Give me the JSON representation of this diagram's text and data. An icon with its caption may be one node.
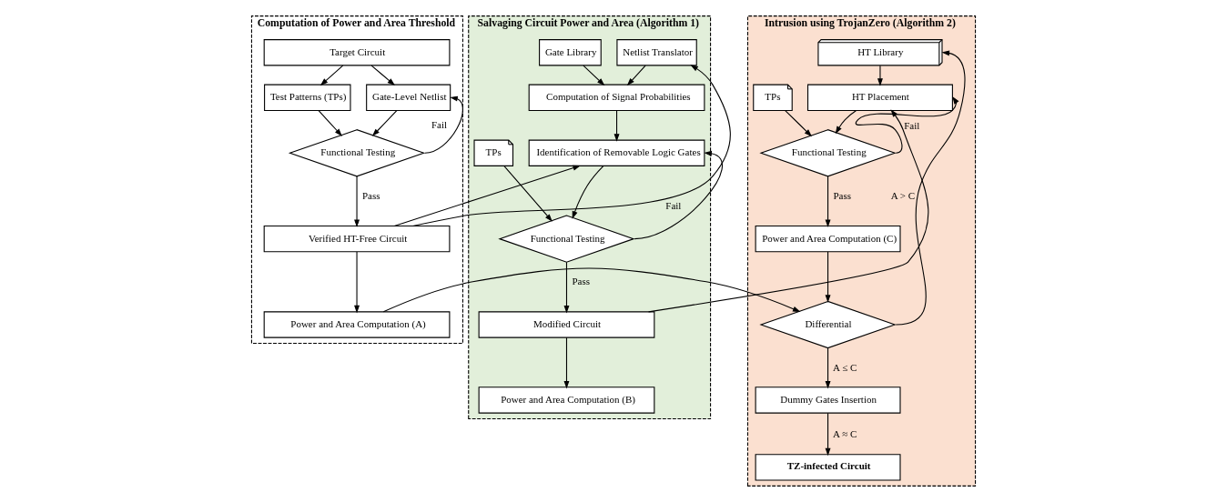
{
  "diagram": {
    "nodes": [
      {
        "text": [
          "Computation of Power and Area Threshold"
        ]
      },
      {
        "text": [
          "Target Circuit"
        ],
        "in": 0
      },
      {
        "text": [
          "Test Patterns (TPs)"
        ],
        "in": 0
      },
      {
        "text": [
          "Gate-Level Netlist"
        ],
        "in": 0
      },
      {
        "text": [
          "Functional Testing"
        ],
        "in": 0
      },
      {
        "text": [
          "Verified HT-Free Circuit"
        ],
        "in": 0
      },
      {
        "text": [
          "Power and Area Computation (A)"
        ],
        "in": 0
      },
      {
        "text": [
          "Salvaging Circuit Power and Area (Algorithm 1)"
        ]
      },
      {
        "text": [
          "Netlist Translator"
        ],
        "in": 7
      },
      {
        "text": [
          "Gate Library"
        ],
        "in": 7
      },
      {
        "text": [
          "Computation of Signal Probabilities"
        ],
        "in": 7
      },
      {
        "text": [
          "Identification of Removable Logic Gates"
        ],
        "in": 7
      },
      {
        "text": [
          "TPs"
        ],
        "in": 7
      },
      {
        "text": [
          "Functional Testing"
        ],
        "in": 7
      },
      {
        "text": [
          "Modified Circuit"
        ],
        "in": 7
      },
      {
        "text": [
          "Power and Area Computation (B)"
        ],
        "in": 7
      },
      {
        "text": [
          "Intrusion using TrojanZero (Algorithm 2)"
        ]
      },
      {
        "text": [
          "HT Library"
        ],
        "in": 16
      },
      {
        "text": [
          "HT Placement"
        ],
        "in": 16
      },
      {
        "text": [
          "TPs"
        ],
        "in": 16
      },
      {
        "text": [
          "Functional Testing"
        ],
        "in": 16
      },
      {
        "text": [
          "Power and Area Computation (C)"
        ],
        "in": 16
      },
      {
        "text": [
          "Differential"
        ],
        "in": 16
      },
      {
        "text": [
          "Dummy Gates Insertion"
        ],
        "in": 16
      },
      {
        "text": [
          "TZ-infected Circuit"
        ],
        "in": 16
      }
    ],
    "edges": [
      {
        "from": 1,
        "to": 2,
        "arrow": "to"
      },
      {
        "from": 1,
        "to": 3,
        "arrow": "to"
      },
      {
        "from": 3,
        "to": 4,
        "arrow": "to"
      },
      {
        "from": 2,
        "to": 4,
        "arrow": "to"
      },
      {
        "from": 4,
        "to": 3,
        "arrow": "to",
        "label": "Fail"
      },
      {
        "from": 4,
        "to": 5,
        "arrow": "to",
        "label": "Pass"
      },
      {
        "from": 5,
        "to": 6,
        "arrow": "to"
      },
      {
        "from": 5,
        "to": 8,
        "arrow": "to"
      },
      {
        "from": 5,
        "to": 11,
        "arrow": "to"
      },
      {
        "from": 8,
        "to": 10,
        "arrow": "to"
      },
      {
        "from": 9,
        "to": 10,
        "arrow": "to"
      },
      {
        "from": 10,
        "to": 11,
        "arrow": "to"
      },
      {
        "from": 11,
        "to": 13,
        "arrow": "to"
      },
      {
        "from": 12,
        "to": 13,
        "arrow": "to"
      },
      {
        "from": 13,
        "to": 11,
        "arrow": "to",
        "label": "Fail"
      },
      {
        "from": 13,
        "to": 14,
        "arrow": "to",
        "label": "Pass"
      },
      {
        "from": 14,
        "to": 15,
        "arrow": "to"
      },
      {
        "from": 14,
        "to": 18,
        "arrow": "to"
      },
      {
        "from": 6,
        "to": 22,
        "arrow": "to"
      },
      {
        "from": 17,
        "to": 18,
        "arrow": "to"
      },
      {
        "from": 18,
        "to": 20,
        "arrow": "to"
      },
      {
        "from": 19,
        "to": 20,
        "arrow": "to"
      },
      {
        "from": 20,
        "to": 18,
        "arrow": "to",
        "label": "Fail"
      },
      {
        "from": 20,
        "to": 21,
        "arrow": "to",
        "label": "Pass"
      },
      {
        "from": 21,
        "to": 22,
        "arrow": "to"
      },
      {
        "from": 22,
        "to": 17,
        "arrow": "to",
        "label": "A > C"
      },
      {
        "from": 22,
        "to": 23,
        "arrow": "to",
        "label": "A ≤ C"
      },
      {
        "from": 23,
        "to": 24,
        "arrow": "to",
        "label": "A ≈ C"
      }
    ]
  }
}
